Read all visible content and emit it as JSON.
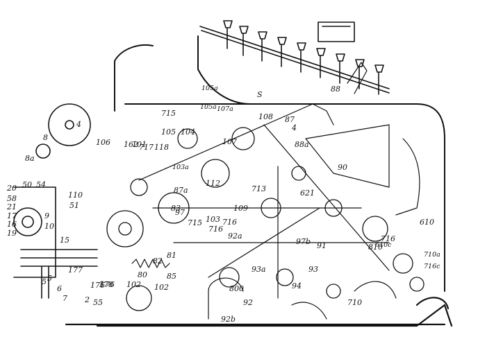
{
  "drawing": {
    "labels": [
      "4",
      "8",
      "8a",
      "20",
      "50",
      "54",
      "58",
      "21",
      "17",
      "16",
      "19",
      "9",
      "10",
      "15",
      "110",
      "51",
      "106",
      "162",
      "717",
      "118",
      "176",
      "177",
      "178",
      "80",
      "82",
      "85",
      "81",
      "102",
      "2",
      "55",
      "5",
      "6",
      "7",
      "715",
      "105",
      "104",
      "105a",
      "107a",
      "108",
      "87",
      "88a",
      "88",
      "90",
      "107",
      "112",
      "713",
      "109",
      "715",
      "621",
      "103",
      "716",
      "92a",
      "97b",
      "91",
      "93",
      "94",
      "710",
      "716",
      "610",
      "710a",
      "716c",
      "810",
      "800",
      "92b",
      "93a",
      "92",
      "610c",
      "4",
      "103a",
      "101",
      "87a",
      "97",
      "105a",
      "83",
      "5",
      "S",
      "176",
      "102",
      "716"
    ]
  }
}
